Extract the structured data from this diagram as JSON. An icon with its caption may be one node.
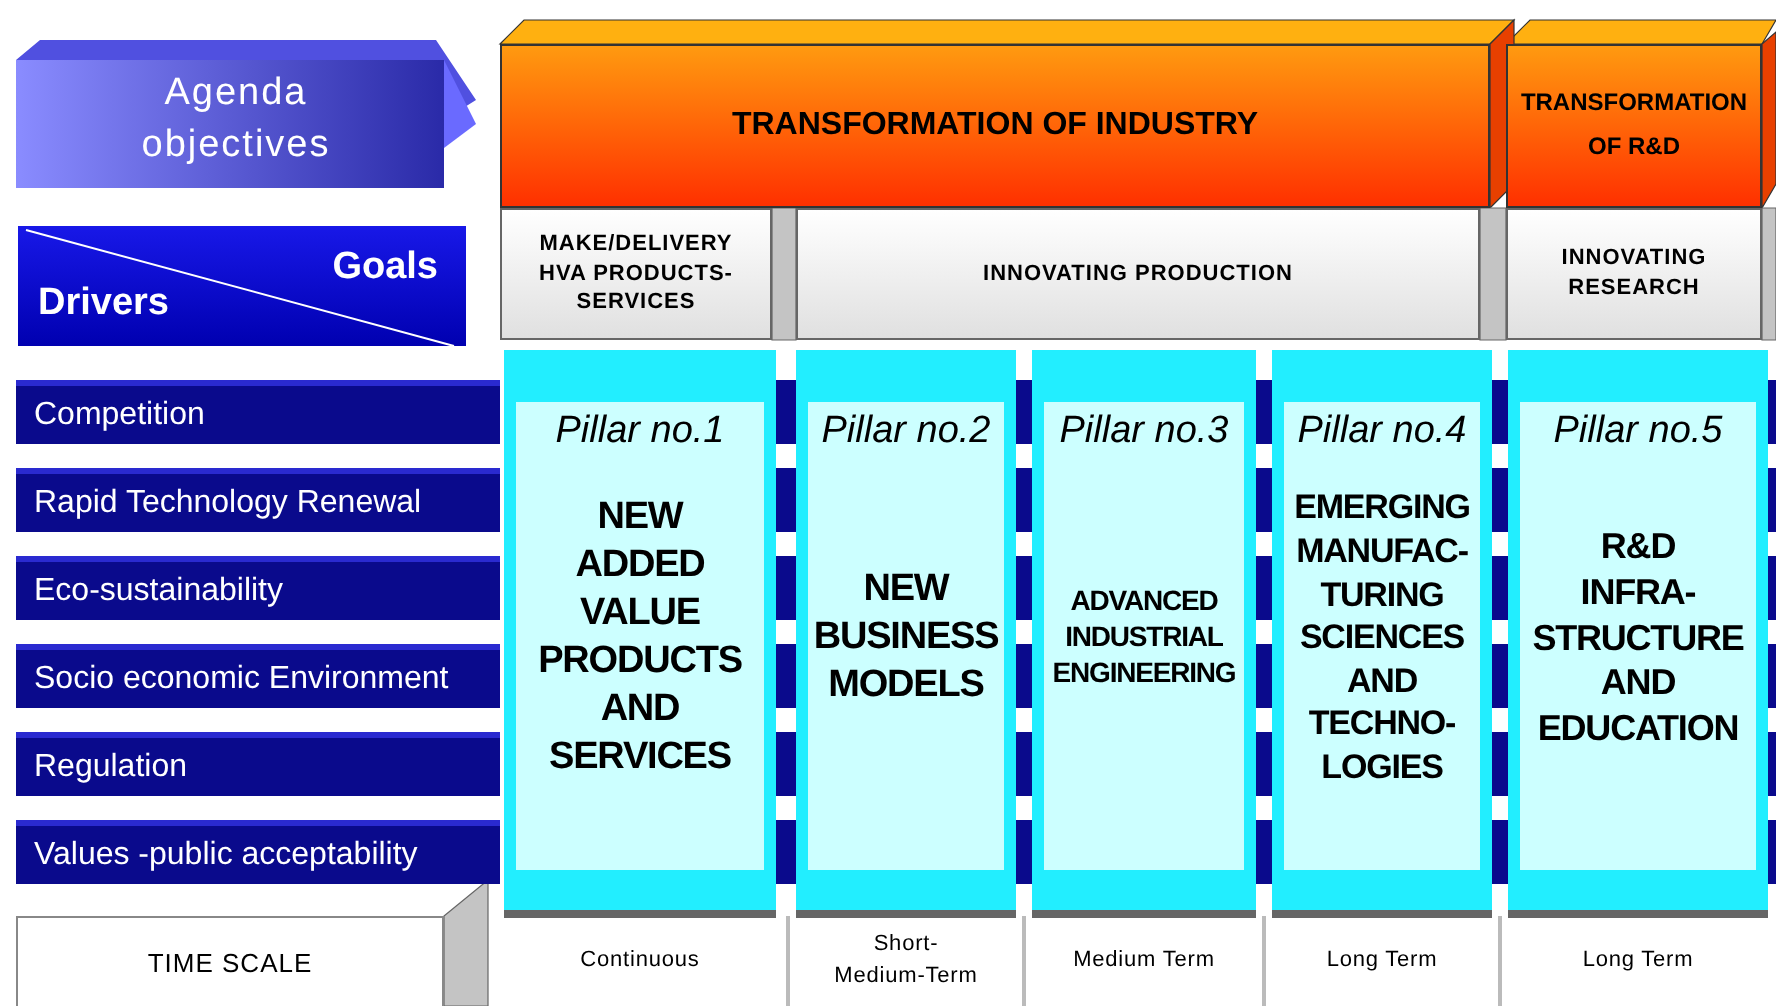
{
  "diagram": {
    "nodes": [
      {
        "text": [
          "Agenda objectives"
        ]
      },
      {
        "text": [
          "Goals",
          "Drivers"
        ]
      },
      {
        "text": [
          "TRANSFORMATION OF INDUSTRY"
        ]
      },
      {
        "text": [
          "TRANSFORMATION OF R&D"
        ]
      },
      {
        "text": [
          "MAKE/DELIVERY HVA PRODUCTS-SERVICES"
        ]
      },
      {
        "text": [
          "INNOVATING PRODUCTION"
        ]
      },
      {
        "text": [
          "INNOVATING RESEARCH"
        ]
      },
      {
        "text": [
          "Competition"
        ]
      },
      {
        "text": [
          "Rapid Technology Renewal"
        ]
      },
      {
        "text": [
          "Eco-sustainability"
        ]
      },
      {
        "text": [
          "Socio economic Environment"
        ]
      },
      {
        "text": [
          "Regulation"
        ]
      },
      {
        "text": [
          "Values -public acceptability"
        ]
      },
      {
        "text": [
          "Pillar no.1",
          "NEW ADDED VALUE PRODUCTS AND SERVICES"
        ]
      },
      {
        "text": [
          "Pillar no.2",
          "NEW BUSINESS MODELS"
        ]
      },
      {
        "text": [
          "Pillar no.3",
          "ADVANCED INDUSTRIAL ENGINEERING"
        ]
      },
      {
        "text": [
          "Pillar no.4",
          "EMERGING MANUFAC- TURING SCIENCES AND TECHNO- LOGIES"
        ]
      },
      {
        "text": [
          "Pillar no.5",
          "R&D INFRA- STRUCTURE AND EDUCATION"
        ]
      },
      {
        "text": [
          "TIME SCALE"
        ]
      }
    ],
    "labels": [
      "Continuous",
      "Short- Medium-Term",
      "Medium Term",
      "Long Term",
      "Long Term"
    ]
  }
}
